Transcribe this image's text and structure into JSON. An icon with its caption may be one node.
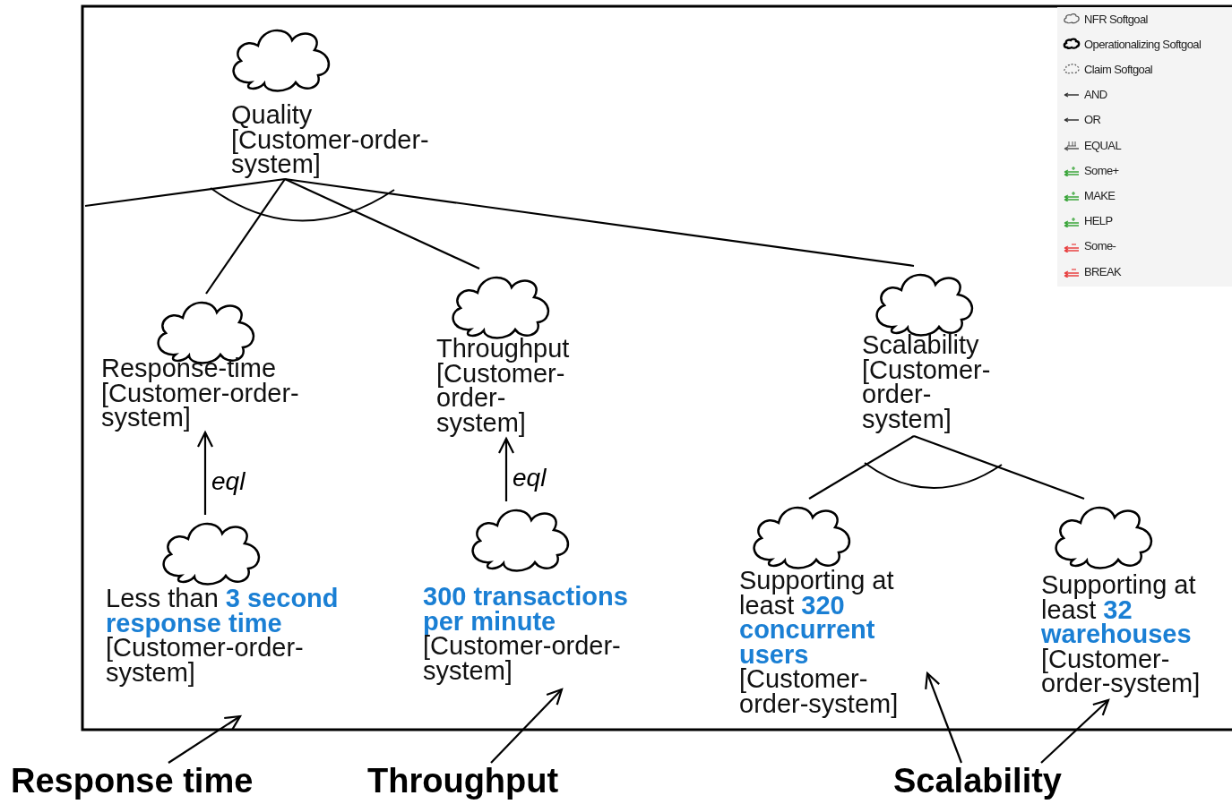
{
  "diagram": {
    "nodes": [
      {
        "text": [
          "Quality",
          "[Customer-order-system]"
        ]
      },
      {
        "text": [
          "Response-time",
          "[Customer-order-system]"
        ]
      },
      {
        "text": [
          "Throughput",
          "[Customer-order-system]"
        ]
      },
      {
        "text": [
          "Scalability",
          "[Customer-order-system]"
        ]
      },
      {
        "text": [
          "Less than **3 second response time**",
          "[Customer-order-system]"
        ]
      },
      {
        "text": [
          "300 transactions per minute",
          "[Customer-order-system]"
        ]
      },
      {
        "text": [
          "Supporting at least **320 concurrent users**",
          "[Customer-order-system]"
        ]
      },
      {
        "text": [
          "Supporting at least **32 warehouses**",
          "[Customer-order-system]"
        ]
      },
      {
        "text": [
          "Response time"
        ]
      },
      {
        "text": [
          "Throughput"
        ]
      },
      {
        "text": [
          "Scalability"
        ]
      }
    ],
    "edges": [
      {
        "from": null,
        "to": 0,
        "arrow": "none"
      },
      {
        "from": 1,
        "to": 0,
        "arrow": "none"
      },
      {
        "from": 2,
        "to": 0,
        "arrow": "none"
      },
      {
        "from": 3,
        "to": 0,
        "arrow": "none"
      },
      {
        "from": 4,
        "to": 1,
        "arrow": "to",
        "label": "eql"
      },
      {
        "from": 5,
        "to": 2,
        "arrow": "to",
        "label": "eql"
      },
      {
        "from": 6,
        "to": 3,
        "arrow": "none"
      },
      {
        "from": 7,
        "to": 3,
        "arrow": "none"
      },
      {
        "from": 8,
        "to": 4,
        "arrow": "to"
      },
      {
        "from": 9,
        "to": 5,
        "arrow": "to"
      },
      {
        "from": 10,
        "to": 6,
        "arrow": "to"
      },
      {
        "from": 10,
        "to": 7,
        "arrow": "to"
      }
    ],
    "legend": [
      {
        "text": "NFR Softgoal"
      },
      {
        "text": "Operationalizing Softgoal"
      },
      {
        "text": "Claim Softgoal"
      },
      {
        "text": "AND"
      },
      {
        "text": "OR"
      },
      {
        "text": "EQUAL"
      },
      {
        "text": "Some+"
      },
      {
        "text": "MAKE"
      },
      {
        "text": "HELP"
      },
      {
        "text": "Some-"
      },
      {
        "text": "BREAK"
      }
    ]
  }
}
